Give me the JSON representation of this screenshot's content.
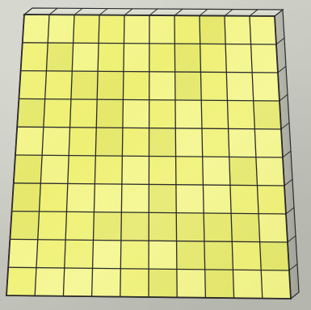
{
  "subject": "hundred-flat-base-ten-block",
  "block": {
    "rows": 10,
    "columns": 10,
    "fill_color": "#eef074",
    "fill_highlight": "#f6f79a",
    "fill_shadow": "#dfe265",
    "edge_side_color": "#a8aa9f",
    "edge_top_color": "#d9dbcf",
    "line_color": "#2b2b2b"
  },
  "background_color": "#c9cbc4"
}
